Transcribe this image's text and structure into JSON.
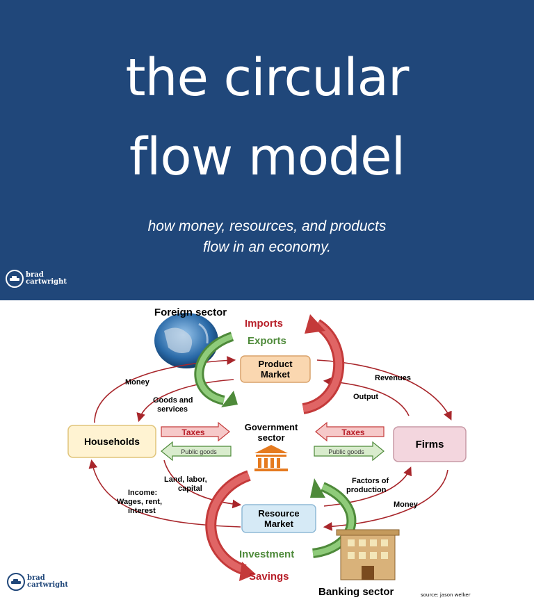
{
  "header": {
    "title_line1": "the circular",
    "title_line2": "flow model",
    "subtitle_line1": "how money, resources, and products",
    "subtitle_line2": "flow in an economy.",
    "background_color": "#20477a"
  },
  "logo": {
    "line1": "brad",
    "line2": "cartwright"
  },
  "diagram": {
    "foreign_sector": "Foreign sector",
    "imports": "Imports",
    "exports": "Exports",
    "product_market_line1": "Product",
    "product_market_line2": "Market",
    "money_top": "Money",
    "revenues": "Revenues",
    "goods_line1": "Goods and",
    "goods_line2": "services",
    "output": "Output",
    "households": "Households",
    "firms": "Firms",
    "taxes_left": "Taxes",
    "taxes_right": "Taxes",
    "public_goods_left": "Public goods",
    "public_goods_right": "Public goods",
    "government_line1": "Government",
    "government_line2": "sector",
    "land_line1": "Land, labor,",
    "land_line2": "capital",
    "factors_line1": "Factors of",
    "factors_line2": "production",
    "income_line1": "Income:",
    "income_line2": "Wages, rent,",
    "income_line3": "interest",
    "money_bottom": "Money",
    "resource_market_line1": "Resource",
    "resource_market_line2": "Market",
    "investment": "Investment",
    "savings": "Savings",
    "banking_sector": "Banking sector",
    "source": "source: jason welker",
    "colors": {
      "red": "#b8202a",
      "green": "#4e8a3a",
      "money_flow": "#a8262b"
    }
  }
}
